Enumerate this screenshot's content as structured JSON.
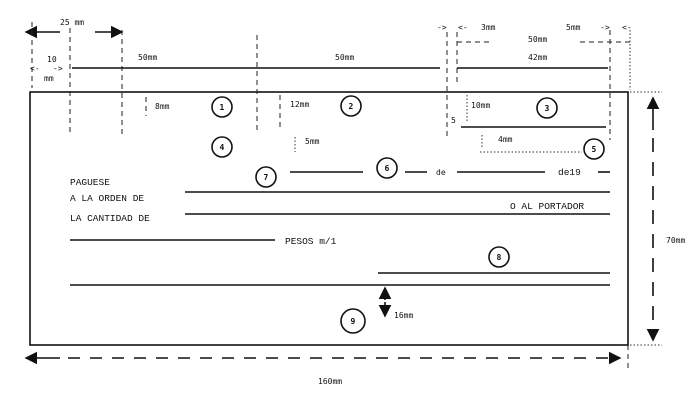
{
  "dimensions": {
    "left_margin": "25 mm",
    "left_offset_value": "10",
    "left_offset_unit": "mm",
    "field1_width": "50mm",
    "field2_width": "50mm",
    "field3_outer": "50mm",
    "field3_width": "42mm",
    "gap_left": "3mm",
    "gap_right": "5mm",
    "arrow_right": "->",
    "arrow_left": "<-",
    "offset_8": "8mm",
    "offset_12": "12mm",
    "offset_5": "5mm",
    "offset_10": "10mm",
    "offset_5_small": "5",
    "offset_4": "4mm",
    "offset_16": "16mm",
    "height": "70mm",
    "width": "160mm"
  },
  "markers": [
    "1",
    "2",
    "3",
    "4",
    "5",
    "6",
    "7",
    "8",
    "9"
  ],
  "check": {
    "date_de": "de",
    "date_year": "de19",
    "paguese": "PAGUESE",
    "orden": "A LA ORDEN DE",
    "portador": "O AL PORTADOR",
    "cantidad": "LA CANTIDAD DE",
    "pesos": "PESOS m/1"
  }
}
